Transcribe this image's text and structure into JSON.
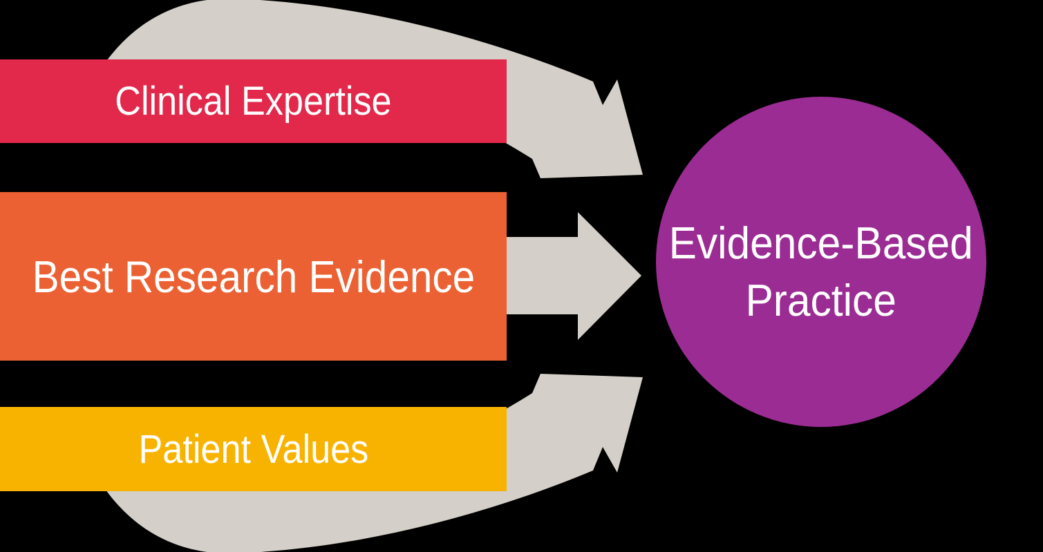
{
  "diagram": {
    "title": "Evidence-Based Practice model",
    "background_color": "#000000",
    "arrow_color": "#D4CFC8",
    "text_color": "#FFFFFF",
    "inputs": [
      {
        "id": "clinical-expertise",
        "label": "Clinical Expertise",
        "color": "#E2294B"
      },
      {
        "id": "best-research-evidence",
        "label": "Best Research Evidence",
        "color": "#EB6133"
      },
      {
        "id": "patient-values",
        "label": "Patient Values",
        "color": "#F8B301"
      }
    ],
    "outcome": {
      "id": "evidence-based-practice",
      "label_line1": "Evidence-Based",
      "label_line2": "Practice",
      "color": "#9B2C93"
    },
    "arrows": [
      {
        "id": "top-curved-arrow",
        "from": "clinical-expertise",
        "to": "evidence-based-practice"
      },
      {
        "id": "middle-arrow",
        "from": "best-research-evidence",
        "to": "evidence-based-practice"
      },
      {
        "id": "bottom-curved-arrow",
        "from": "patient-values",
        "to": "evidence-based-practice"
      }
    ]
  }
}
